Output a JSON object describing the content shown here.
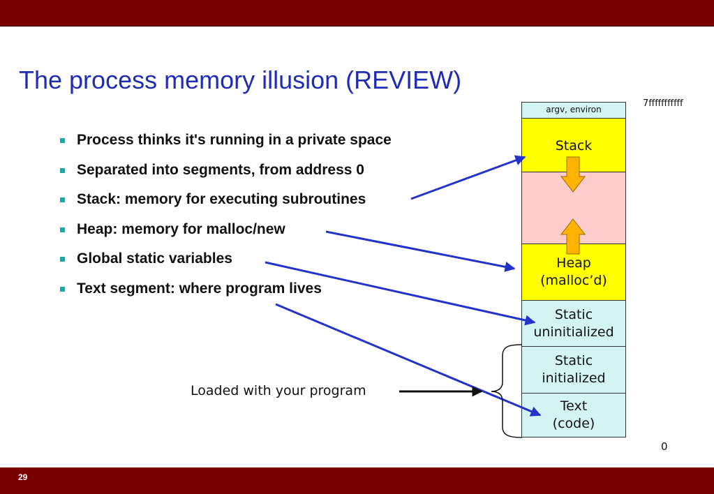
{
  "slide": {
    "title": "The process memory illusion (REVIEW)",
    "number": "29"
  },
  "bullets": [
    "Process thinks it's running in a private space",
    "Separated into segments, from address 0",
    "Stack: memory for executing subroutines",
    "Heap: memory for malloc/new",
    "Global static variables",
    "Text segment: where program lives"
  ],
  "memory": {
    "address_high": "7fffffffffff",
    "address_low": "0",
    "segments": {
      "argv": "argv, environ",
      "stack": "Stack",
      "heap_line1": "Heap",
      "heap_line2": "(malloc’d)",
      "bss_line1": "Static",
      "bss_line2": "uninitialized",
      "data_line1": "Static",
      "data_line2": "initialized",
      "text_line1": "Text",
      "text_line2": "(code)"
    }
  },
  "annotation": {
    "loaded_label": "Loaded with your program"
  },
  "colors": {
    "banner": "#7a0000",
    "title": "#1f2db5",
    "arrow": "#2233cc",
    "stack_heap": "#ffff00",
    "free_space": "#ffcccc",
    "static_text": "#d4f3f3",
    "growth_arrow": "#ffb300",
    "bullet_marker": "#2ba3a0"
  }
}
